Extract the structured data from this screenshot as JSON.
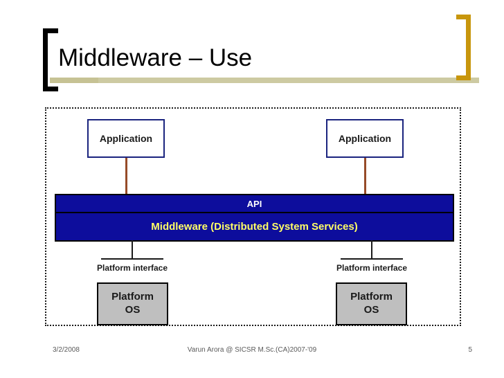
{
  "slide": {
    "title": "Middleware – Use",
    "background": "#ffffff"
  },
  "colors": {
    "title_rule": "#cdcaa2",
    "bracket_left": "#000000",
    "bracket_right": "#c8960c",
    "app_box_border": "#1a237e",
    "connector_app": "#964b28",
    "middleware_fill": "#0d0d9c",
    "api_text": "#ffffff",
    "middleware_text": "#ffff66",
    "platform_os_fill": "#bfbfbf",
    "diagram_border": "#1a1a1a",
    "footer_text": "#595959"
  },
  "diagram": {
    "applications": [
      {
        "label": "Application"
      },
      {
        "label": "Application"
      }
    ],
    "middleware": {
      "api_label": "API",
      "main_label": "Middleware (Distributed System Services)"
    },
    "platform_interfaces": [
      {
        "label": "Platform interface"
      },
      {
        "label": "Platform interface"
      }
    ],
    "platform_os": [
      {
        "line1": "Platform",
        "line2": "OS"
      },
      {
        "line1": "Platform",
        "line2": "OS"
      }
    ]
  },
  "footer": {
    "date": "3/2/2008",
    "center": "Varun Arora @ SICSR  M.Sc.(CA)2007-'09",
    "page_number": "5"
  }
}
